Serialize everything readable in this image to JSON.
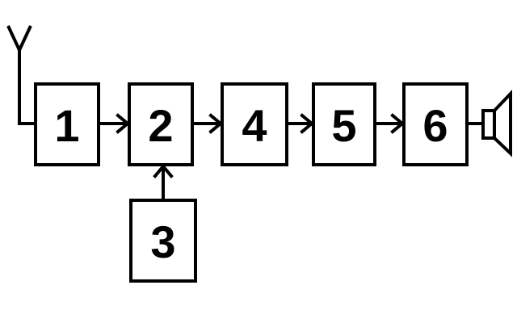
{
  "blocks": [
    {
      "id": "b1",
      "label": "1"
    },
    {
      "id": "b2",
      "label": "2"
    },
    {
      "id": "b3",
      "label": "3"
    },
    {
      "id": "b4",
      "label": "4"
    },
    {
      "id": "b5",
      "label": "5"
    },
    {
      "id": "b6",
      "label": "6"
    }
  ],
  "connections": [
    {
      "from": "b1",
      "to": "b2"
    },
    {
      "from": "b3",
      "to": "b2"
    },
    {
      "from": "b2",
      "to": "b4"
    },
    {
      "from": "b4",
      "to": "b5"
    },
    {
      "from": "b5",
      "to": "b6"
    }
  ],
  "icons": {
    "input": "antenna-icon",
    "output": "speaker-icon"
  },
  "colors": {
    "stroke": "#000000",
    "background": "#ffffff"
  }
}
